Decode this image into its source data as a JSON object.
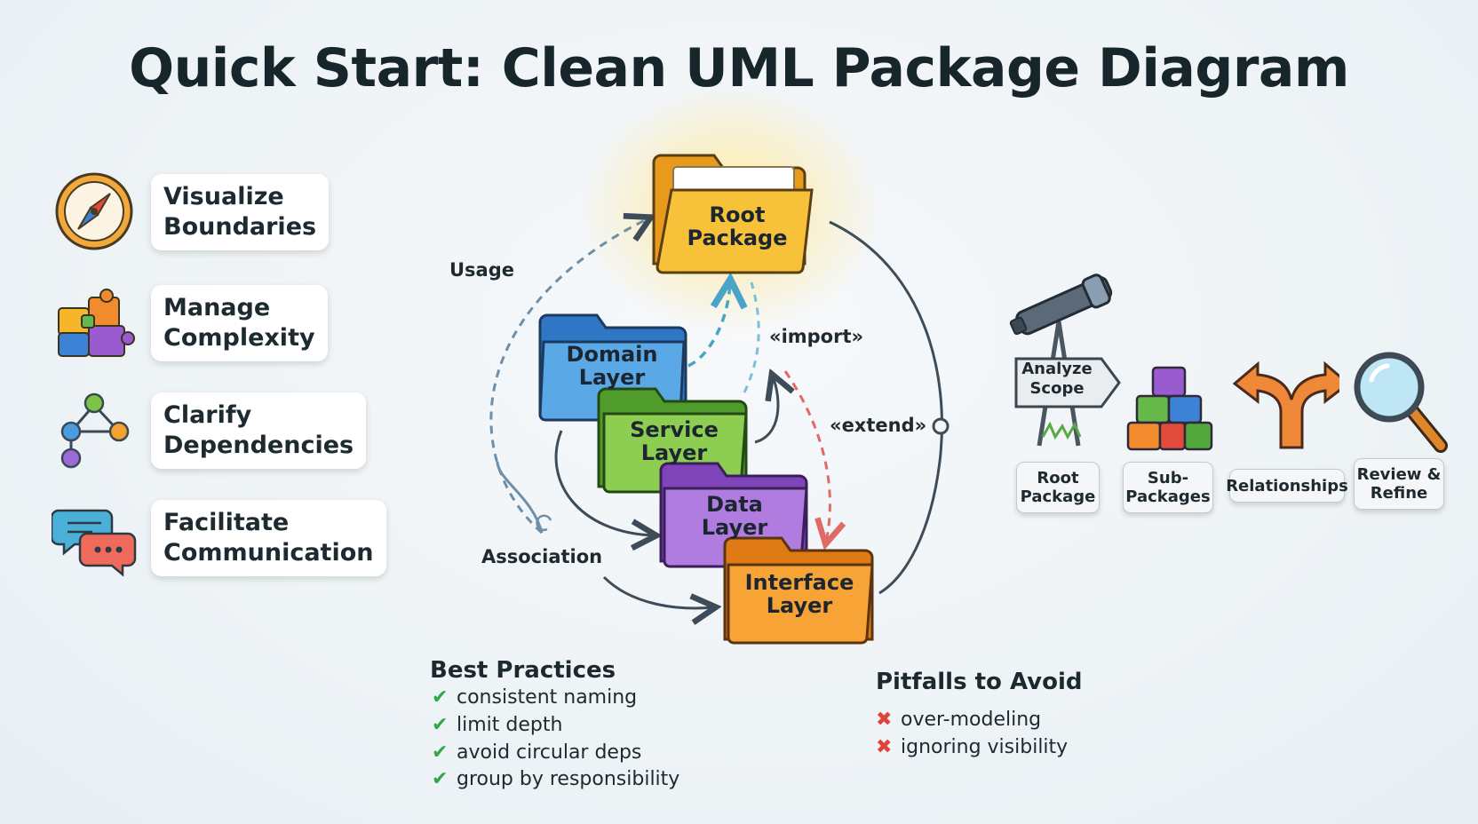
{
  "title": "Quick Start: Clean UML Package Diagram",
  "benefits": [
    {
      "icon": "compass-icon",
      "line1": "Visualize",
      "line2": "Boundaries"
    },
    {
      "icon": "puzzle-icon",
      "line1": "Manage",
      "line2": "Complexity"
    },
    {
      "icon": "nodes-graph-icon",
      "line1": "Clarify",
      "line2": "Dependencies"
    },
    {
      "icon": "chat-bubbles-icon",
      "line1": "Facilitate",
      "line2": "Communication"
    }
  ],
  "diagram": {
    "packages": {
      "root": {
        "line1": "Root",
        "line2": "Package",
        "color": "#f5b62a"
      },
      "domain": {
        "line1": "Domain",
        "line2": "Layer",
        "color": "#4a9de0"
      },
      "service": {
        "line1": "Service",
        "line2": "Layer",
        "color": "#7cc443"
      },
      "data": {
        "line1": "Data",
        "line2": "Layer",
        "color": "#a66ad8"
      },
      "interface": {
        "line1": "Interface",
        "line2": "Layer",
        "color": "#f59a2c"
      }
    },
    "edge_labels": {
      "usage": "Usage",
      "import": "«import»",
      "extend": "«extend»",
      "association": "Association"
    }
  },
  "steps": [
    {
      "icon": "telescope-icon",
      "sign": [
        "Analyze",
        "Scope"
      ],
      "label": [
        "Root",
        "Package"
      ]
    },
    {
      "icon": "blocks-icon",
      "label": [
        "Sub-",
        "Packages"
      ]
    },
    {
      "icon": "fork-arrow-icon",
      "label": [
        "Relationships"
      ]
    },
    {
      "icon": "magnifier-icon",
      "label": [
        "Review &",
        "Refine"
      ]
    }
  ],
  "best_practices": {
    "heading": "Best Practices",
    "items": [
      "consistent naming",
      "limit depth",
      "avoid circular deps",
      "group by responsibility"
    ],
    "mark": "✔"
  },
  "pitfalls": {
    "heading": "Pitfalls to Avoid",
    "items": [
      "over-modeling",
      "ignoring visibility"
    ],
    "mark": "✖"
  }
}
